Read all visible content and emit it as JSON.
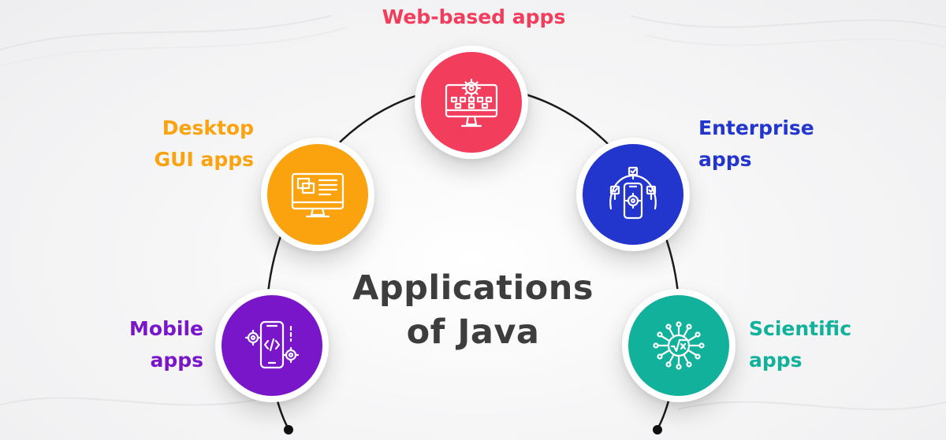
{
  "title": {
    "line1": "Applications",
    "line2": "of Java"
  },
  "nodes": {
    "web": {
      "label": "Web-based apps",
      "color": "#f23d5c",
      "icon": "monitor-gear-icon"
    },
    "desktop": {
      "label_line1": "Desktop",
      "label_line2": "GUI apps",
      "color": "#fba20f",
      "icon": "desktop-window-icon"
    },
    "enterprise": {
      "label_line1": "Enterprise",
      "label_line2": "apps",
      "color": "#2235cc",
      "icon": "phone-gear-checklist-icon"
    },
    "mobile": {
      "label_line1": "Mobile",
      "label_line2": "apps",
      "color": "#7a16c9",
      "icon": "phone-code-icon"
    },
    "scientific": {
      "label_line1": "Scientific",
      "label_line2": "apps",
      "color": "#12b19b",
      "icon": "sqrt-circuit-icon"
    }
  }
}
